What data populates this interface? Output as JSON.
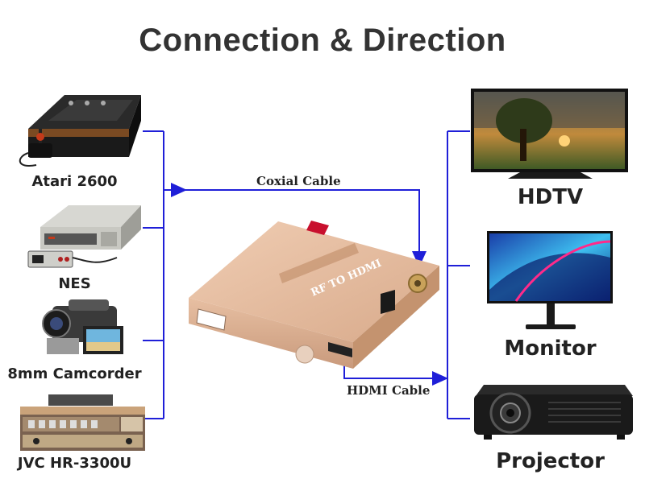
{
  "title": "Connection & Direction",
  "sources": [
    {
      "label": "Atari 2600",
      "icon": "atari-console-icon"
    },
    {
      "label": "NES",
      "icon": "nes-console-icon"
    },
    {
      "label": "8mm Camcorder",
      "icon": "camcorder-icon"
    },
    {
      "label": "JVC HR-3300U",
      "icon": "vcr-icon"
    }
  ],
  "destinations": [
    {
      "label": "HDTV",
      "icon": "hdtv-icon"
    },
    {
      "label": "Monitor",
      "icon": "monitor-icon"
    },
    {
      "label": "Projector",
      "icon": "projector-icon"
    }
  ],
  "cables": {
    "coaxial": "Coxial Cable",
    "hdmi": "HDMI Cable"
  },
  "converter": {
    "label": "RF TO HDMI",
    "icon": "converter-box-icon"
  },
  "colors": {
    "line": "#1f1fd8",
    "title": "#333333",
    "box": "#d9ad8f"
  }
}
